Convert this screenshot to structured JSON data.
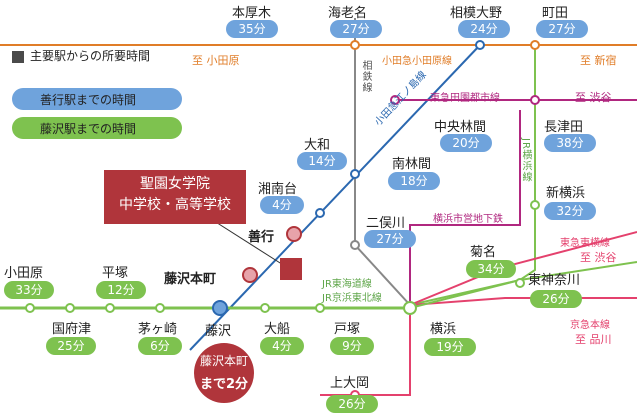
{
  "legend": {
    "title": "主要駅からの所要時間",
    "blue_label": "善行駅までの時間",
    "green_label": "藤沢駅までの時間"
  },
  "school": {
    "line1": "聖園女学院",
    "line2": "中学校・高等学校"
  },
  "badge": {
    "line1": "藤沢本町",
    "line2": "まで2分"
  },
  "lines": {
    "odakyu_main": "小田急小田原線",
    "enoshima": "小田急江ノ島線",
    "sotetsu": "相鉄線",
    "denentoshi": "東急田園都市線",
    "yokohama": "JR横浜線",
    "subway": "横浜市営地下鉄",
    "toyoko": "東急東横線",
    "tokaido": "JR東海道線",
    "keihin": "JR京浜東北線",
    "keikyu": "京急本線"
  },
  "directions": {
    "odawara": "至 小田原",
    "shinjuku": "至 新宿",
    "shibuya1": "至 渋谷",
    "shibuya2": "至 渋谷",
    "shinagawa": "至 品川"
  },
  "stations": {
    "honatsugi": {
      "name": "本厚木",
      "time": "35分"
    },
    "ebina": {
      "name": "海老名",
      "time": "27分"
    },
    "sagamioono": {
      "name": "相模大野",
      "time": "24分"
    },
    "machida": {
      "name": "町田",
      "time": "27分"
    },
    "chuorinkan": {
      "name": "中央林間",
      "time": "20分"
    },
    "nagatsuta": {
      "name": "長津田",
      "time": "38分"
    },
    "yamato": {
      "name": "大和",
      "time": "14分"
    },
    "minamirinkan": {
      "name": "南林間",
      "time": "18分"
    },
    "shinyokohama": {
      "name": "新横浜",
      "time": "32分"
    },
    "shonandai": {
      "name": "湘南台",
      "time": "4分"
    },
    "futamatagawa": {
      "name": "二俣川",
      "time": "27分"
    },
    "zengyo": {
      "name": "善行"
    },
    "kikuna": {
      "name": "菊名",
      "time": "34分"
    },
    "fujisawahonmachi": {
      "name": "藤沢本町"
    },
    "higashikanagawa": {
      "name": "東神奈川",
      "time": "26分"
    },
    "odawara": {
      "name": "小田原",
      "time": "33分"
    },
    "hiratsuka": {
      "name": "平塚",
      "time": "12分"
    },
    "kozu": {
      "name": "国府津",
      "time": "25分"
    },
    "chigasaki": {
      "name": "茅ヶ崎",
      "time": "6分"
    },
    "fujisawa": {
      "name": "藤沢"
    },
    "ofuna": {
      "name": "大船",
      "time": "4分"
    },
    "totsuka": {
      "name": "戸塚",
      "time": "9分"
    },
    "yokohama": {
      "name": "横浜",
      "time": "19分"
    },
    "kamiooka": {
      "name": "上大岡",
      "time": "26分"
    }
  },
  "colors": {
    "odakyu": "#e07d28",
    "enoshima_line": "#2b68b0",
    "jr_green": "#7ec24f",
    "denentoshi": "#b0277f",
    "toyoko": "#e4416d",
    "school_red": "#b0353b",
    "sotetsu_gray": "#888888",
    "pill_blue": "#6fa3dc",
    "pill_green": "#7ec24f"
  }
}
